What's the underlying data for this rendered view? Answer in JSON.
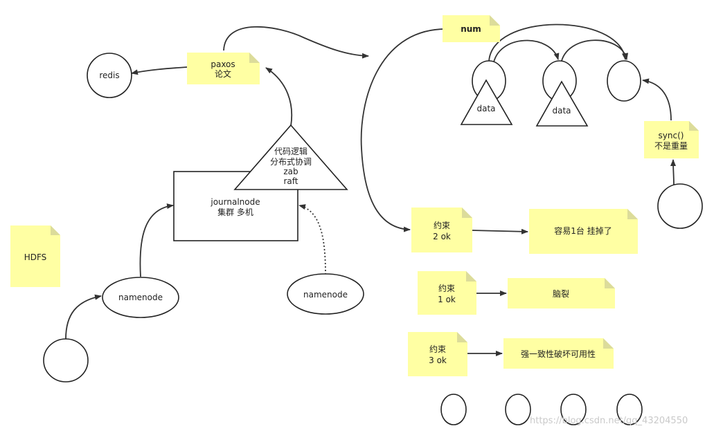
{
  "nodes": {
    "redis": "redis",
    "paxos": [
      "paxos",
      "论文"
    ],
    "num": "num",
    "data_a": "data",
    "data_b": "data",
    "sync": [
      "sync()",
      "不是重量"
    ],
    "triangle": [
      "代码逻辑",
      "分布式协调",
      "zab",
      "raft"
    ],
    "journalnode": [
      "journalnode",
      "集群  多机"
    ],
    "hdfs": "HDFS",
    "namenode_left": "namenode",
    "namenode_right": "namenode",
    "constraint_2": [
      "约束",
      "2  ok"
    ],
    "constraint_1": [
      "约束",
      "1  ok"
    ],
    "constraint_3": [
      "约束",
      "3  ok"
    ],
    "result_2": "容易1台 挂掉了",
    "result_1": "脑裂",
    "result_3": "强一致性破坏可用性"
  },
  "watermark": "https://blog.csdn.net/qq_43204550",
  "colors": {
    "note": "#ffffa3",
    "stroke": "#222222",
    "background": "#ffffff"
  }
}
